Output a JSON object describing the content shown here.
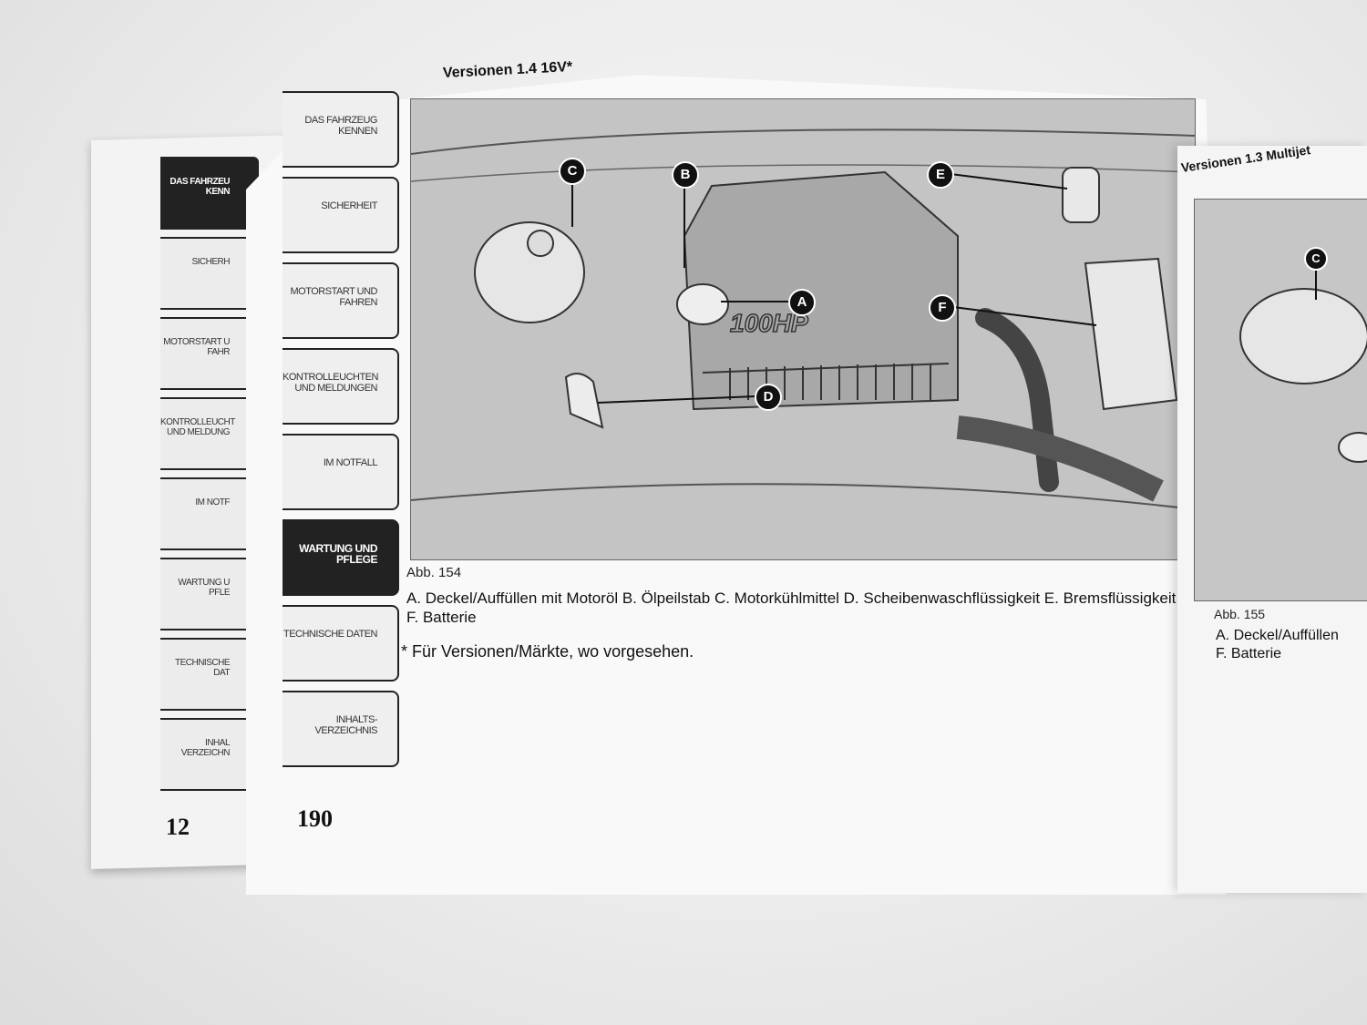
{
  "left_page": {
    "tabs": [
      {
        "label": "DAS FAHRZEU\nKENN",
        "active": true
      },
      {
        "label": "SICHERH",
        "active": false
      },
      {
        "label": "MOTORSTART U\nFAHR",
        "active": false
      },
      {
        "label": "KONTROLLEUCHT\nUND MELDUNG",
        "active": false
      },
      {
        "label": "IM NOTF",
        "active": false
      },
      {
        "label": "WARTUNG U\nPFLE",
        "active": false
      },
      {
        "label": "TECHNISCHE DAT",
        "active": false
      },
      {
        "label": "INHAL\nVERZEICHN",
        "active": false
      }
    ],
    "page_number": "12"
  },
  "right_page": {
    "tabs": [
      {
        "label": "DAS FAHRZEUG\nKENNEN",
        "active": false
      },
      {
        "label": "SICHERHEIT",
        "active": false
      },
      {
        "label": "MOTORSTART UND\nFAHREN",
        "active": false
      },
      {
        "label": "KONTROLLEUCHTEN\nUND MELDUNGEN",
        "active": false
      },
      {
        "label": "IM NOTFALL",
        "active": false
      },
      {
        "label": "WARTUNG UND\nPFLEGE",
        "active": true
      },
      {
        "label": "TECHNISCHE DATEN",
        "active": false
      },
      {
        "label": "INHALTS-\nVERZEICHNIS",
        "active": false
      }
    ],
    "page_number": "190",
    "section_title": "Versionen 1.4 16V*",
    "figure": {
      "engine_badge": "100HP",
      "callouts": [
        "A",
        "B",
        "C",
        "D",
        "E",
        "F"
      ]
    },
    "figure_label": "Abb. 154",
    "caption_line1": "A. Deckel/Auffüllen mit Motoröl B. Ölpeilstab C. Motorkühlmittel D. Scheibenwaschflüssigkeit E. Bremsflüssigkeit",
    "caption_line2": "F. Batterie",
    "footnote": "* Für Versionen/Märkte, wo vorgesehen."
  },
  "next_page": {
    "section_title": "Versionen 1.3 Multijet",
    "callout": "C",
    "figure_label": "Abb. 155",
    "caption_line1": "A. Deckel/Auffüllen",
    "caption_line2": "F. Batterie"
  },
  "colors": {
    "tab_active": "#222222",
    "page": "#f9f9f9",
    "figure_bg": "#bfbfbf"
  }
}
